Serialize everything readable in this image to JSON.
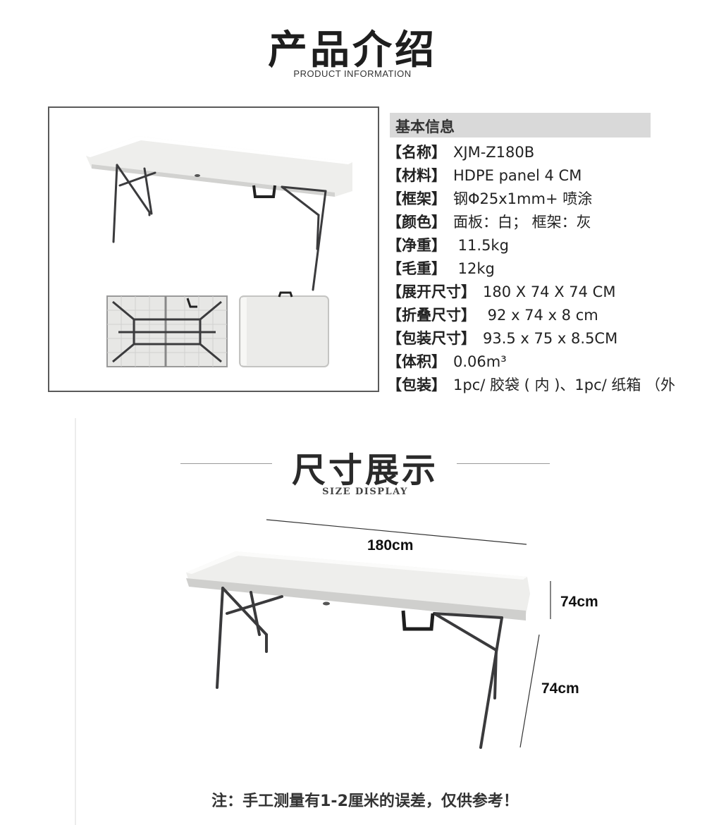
{
  "intro": {
    "title": "产品介绍",
    "subtitle": "PRODUCT INFORMATION"
  },
  "info": {
    "header": "基本信息",
    "rows": [
      {
        "key": "【名称】",
        "value": "XJM-Z180B"
      },
      {
        "key": "【材料】",
        "value": "HDPE panel 4 CM"
      },
      {
        "key": "【框架】",
        "value": "钢Φ25x1mm+ 喷涂"
      },
      {
        "key": "【颜色】",
        "value": "面板：白； 框架：灰"
      },
      {
        "key": "【净重】",
        "value": " 11.5kg"
      },
      {
        "key": "【毛重】",
        "value": " 12kg"
      },
      {
        "key": "【展开尺寸】",
        "value": "180 X 74 X 74 CM"
      },
      {
        "key": "【折叠尺寸】",
        "value": " 92 x 74 x 8 cm"
      },
      {
        "key": "【包装尺寸】",
        "value": "93.5 x 75 x 8.5CM"
      },
      {
        "key": "【体积】",
        "value": "0.06m³"
      },
      {
        "key": "【包装】",
        "value": "1pc/ 胶袋 ( 内 )、1pc/ 纸箱 （外"
      }
    ]
  },
  "size": {
    "title": "尺寸展示",
    "subtitle": "SIZE DISPLAY",
    "length_label": "180cm",
    "depth_label": "74cm",
    "height_label": "74cm"
  },
  "note": "注：手工测量有1-2厘米的误差，仅供参考！",
  "colors": {
    "tabletop": "#f1f1ef",
    "frame": "#3a3a3c",
    "header_bg": "#d9d9d9"
  }
}
